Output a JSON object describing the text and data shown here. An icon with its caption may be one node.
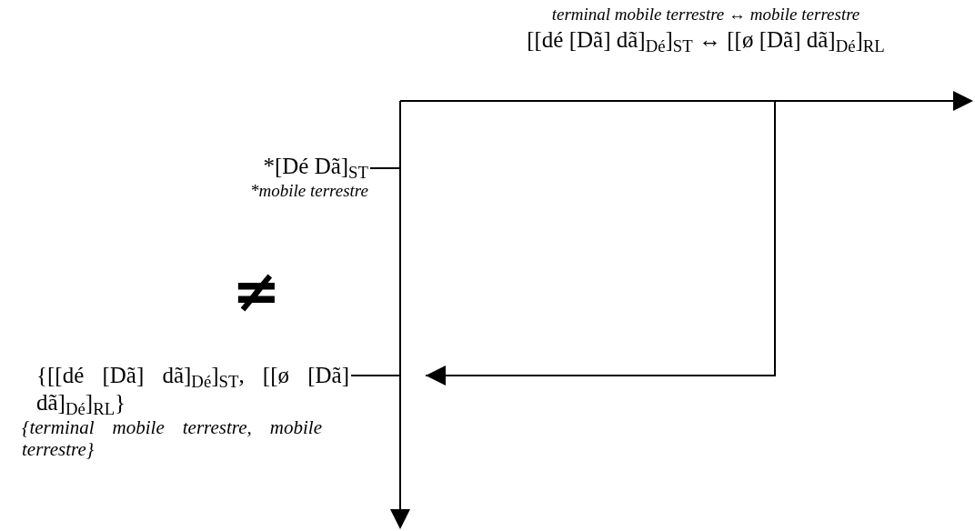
{
  "diagram": {
    "nodes": [
      {
        "text": [
          "terminal mobile terrestre ↔ mobile terrestre",
          "[[dé [Dã] dã]$_{Dé}$]$_{ST}$ ↔ [[ø [Dã] dã]$_{Dé}$]$_{RL}$"
        ]
      },
      {
        "text": [
          "*[Dé Dã]$_{ST}$",
          "*mobile terrestre"
        ]
      },
      {
        "text": [
          "{[[dé [Dã] dã]$_{Dé}$]$_{ST}$, [[ø [Dã] dã]$_{Dé}$]$_{RL}$}",
          "{terminal mobile terrestre, mobile terrestre}"
        ]
      }
    ],
    "edges": [
      {
        "from": 0,
        "to": null,
        "arrow": "to"
      },
      {
        "from": 1,
        "to": null,
        "arrow": "none"
      },
      {
        "from": 2,
        "to": null,
        "arrow": "none"
      }
    ],
    "labels": [
      "≠"
    ]
  }
}
